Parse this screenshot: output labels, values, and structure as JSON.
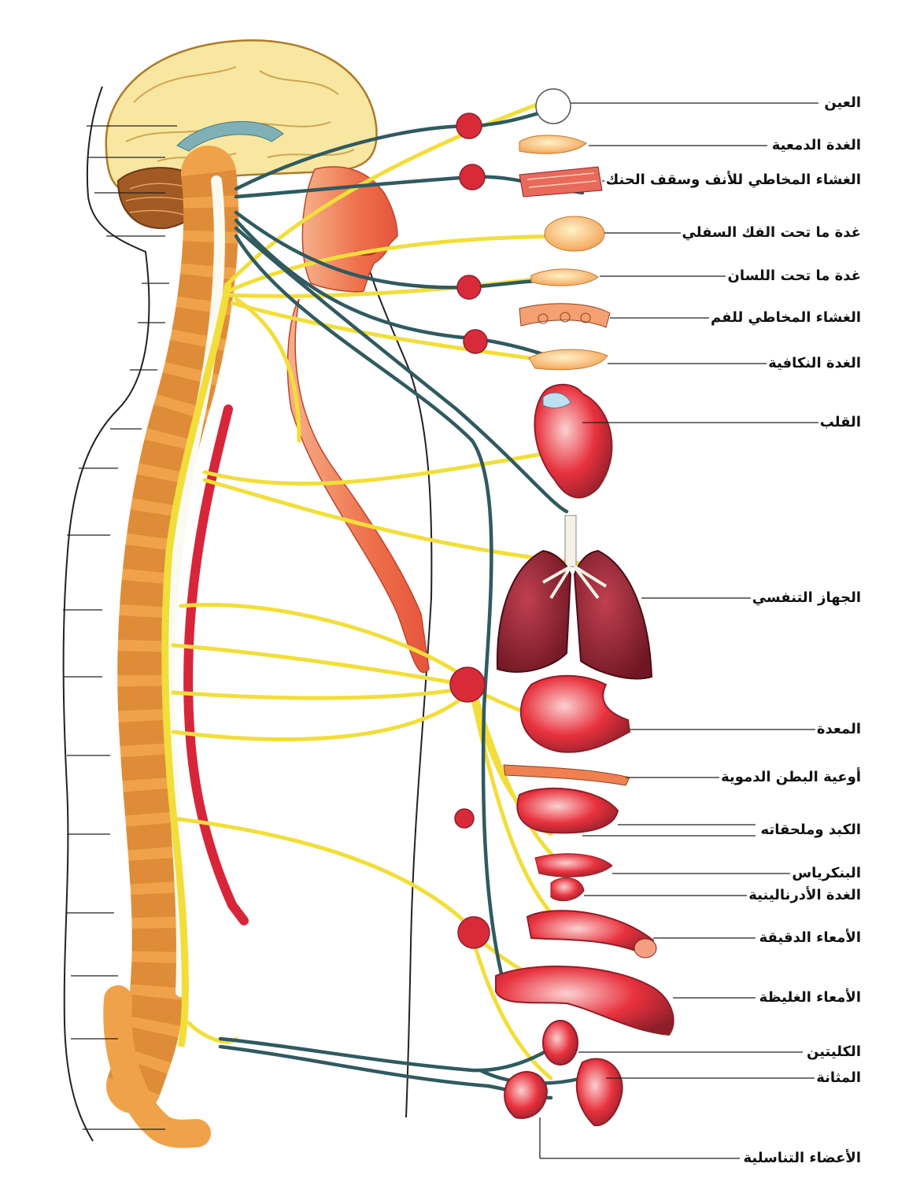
{
  "labels": [
    "العين",
    "الغدة الدمعية",
    "الغشاء المخاطي للأنف وسقف الحنك",
    "غدة ما تحت الفك السفلي",
    "غدة ما تحت اللسان",
    "الغشاء المخاطي للفم",
    "الغدة النكافية",
    "القلب",
    "الجهاز التنفسي",
    "المعدة",
    "أوعية البطن الدموية",
    "الكبد وملحقاته",
    "البنكرياس",
    "الغدة الأدرنالينية",
    "الأمعاء الدقيقة",
    "الأمعاء الغليظة",
    "الكليتين",
    "المثانة",
    "الأعضاء التناسلية"
  ],
  "colors": {
    "nerve_sympathetic": "#f2de3a",
    "nerve_parasympathetic": "#2f5a60",
    "spine": "#f0a24a",
    "organ": "#e8323e",
    "organ_dark": "#8e1f2a",
    "skin": "#f08a58",
    "brain": "#f7e7a1",
    "outline": "#1a1a1a"
  }
}
